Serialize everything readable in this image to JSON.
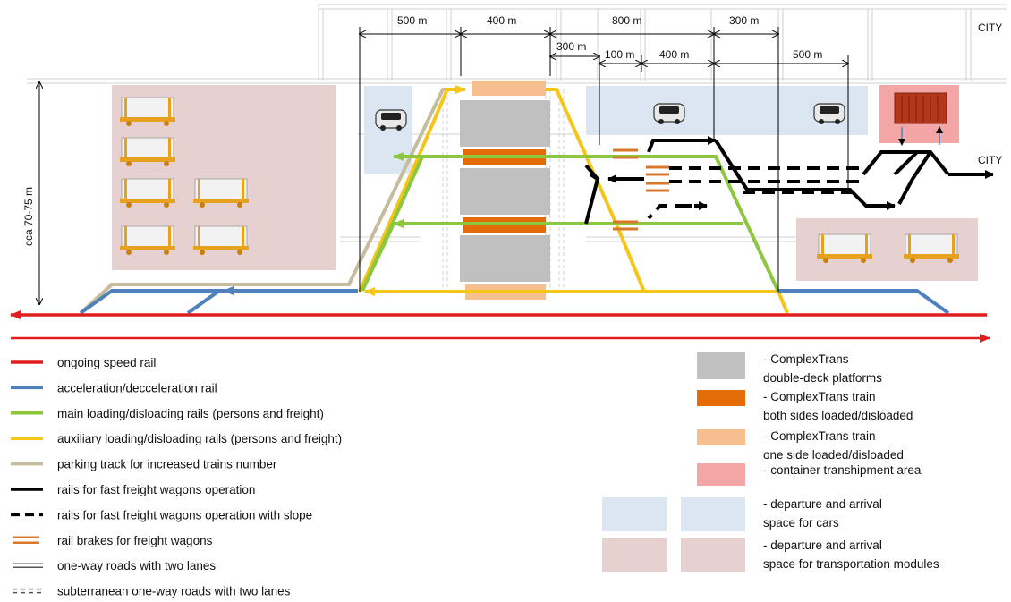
{
  "dimensions": {
    "d500a": "500 m",
    "d400a": "400 m",
    "d800": "800 m",
    "d300a": "300 m",
    "d300b": "300 m",
    "d100": "100 m",
    "d400b": "400 m",
    "d500b": "500 m",
    "height": "cca 70-75  m"
  },
  "labels": {
    "city_top": "CITY",
    "city_right": "CITY"
  },
  "legend_left": [
    {
      "text": "ongoing speed rail",
      "color": "#e01e1e",
      "style": "solid"
    },
    {
      "text": "acceleration/decceleration  rail",
      "color": "#4f81bd",
      "style": "solid"
    },
    {
      "text": "main loading/disloading rails (persons and freight)",
      "color": "#8dc63f",
      "style": "solid"
    },
    {
      "text": "auxiliary loading/disloading rails (persons and freight)",
      "color": "#f5c518",
      "style": "solid"
    },
    {
      "text": "parking track for increased trains number",
      "color": "#c4bc9c",
      "style": "solid"
    },
    {
      "text": "rails for fast freight wagons operation",
      "color": "#000000",
      "style": "solid"
    },
    {
      "text": "rails for fast freight wagons operation with slope",
      "color": "#000000",
      "style": "dashed"
    },
    {
      "text": "rail brakes for freight wagons",
      "color": "#d9772a",
      "style": "double"
    },
    {
      "text": "one-way  roads with two lanes",
      "color": "#555555",
      "style": "road"
    },
    {
      "text": "subterranean one-way roads with two lanes",
      "color": "#555555",
      "style": "subroad"
    }
  ],
  "legend_right": [
    {
      "lines": [
        "- ComplexTrans",
        "  double-deck platforms"
      ],
      "color": "#c0c0c0"
    },
    {
      "lines": [
        "- ComplexTrans train",
        "  both sides loaded/disloaded"
      ],
      "color": "#e36c09"
    },
    {
      "lines": [
        "- ComplexTrans train",
        "  one side loaded/disloaded"
      ],
      "color": "#f7be8f"
    },
    {
      "lines": [
        "- container transhipment area"
      ],
      "color": "#f4a6a6"
    },
    {
      "lines": [
        "- departure and arrival",
        "  space for cars"
      ],
      "color": "#dce6f2"
    },
    {
      "lines": [
        "- departure and arrival",
        "space for  transportation modules"
      ],
      "color": "#e6d0d0"
    }
  ],
  "colors": {
    "speed_rail": "#e01e1e",
    "accel_rail": "#4f81bd",
    "main_rail": "#8dc63f",
    "aux_rail": "#f5c518",
    "parking": "#c4bc9c",
    "platform": "#c0c0c0",
    "train_both": "#e36c09",
    "train_one": "#f7be8f",
    "container_area": "#f4a6a6",
    "car_space": "#dce6f2",
    "module_space": "#e6d0d0"
  }
}
